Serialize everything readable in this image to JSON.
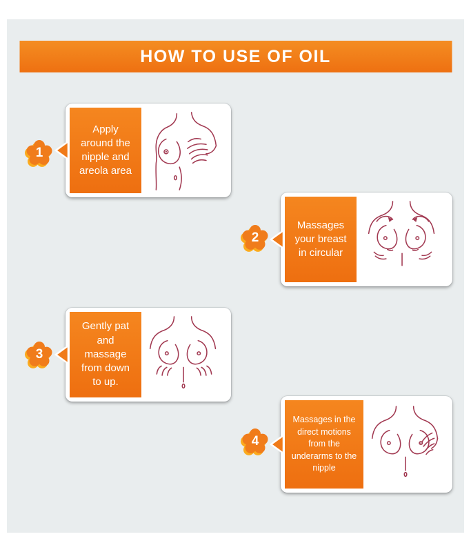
{
  "header": {
    "title": "HOW TO USE OF OIL"
  },
  "steps": [
    {
      "number": "1",
      "text": "Apply around the nipple and areola area"
    },
    {
      "number": "2",
      "text": "Massages your breast in circular"
    },
    {
      "number": "3",
      "text": "Gently pat and massage from down to up."
    },
    {
      "number": "4",
      "text": "Massages in the direct motions from the underarms to the nipple"
    }
  ],
  "colors": {
    "accent_orange": "#f07c1b",
    "badge_shadow_orange": "#fbab1e",
    "line_art_maroon": "#a23a52",
    "panel_background": "#e9edee"
  }
}
